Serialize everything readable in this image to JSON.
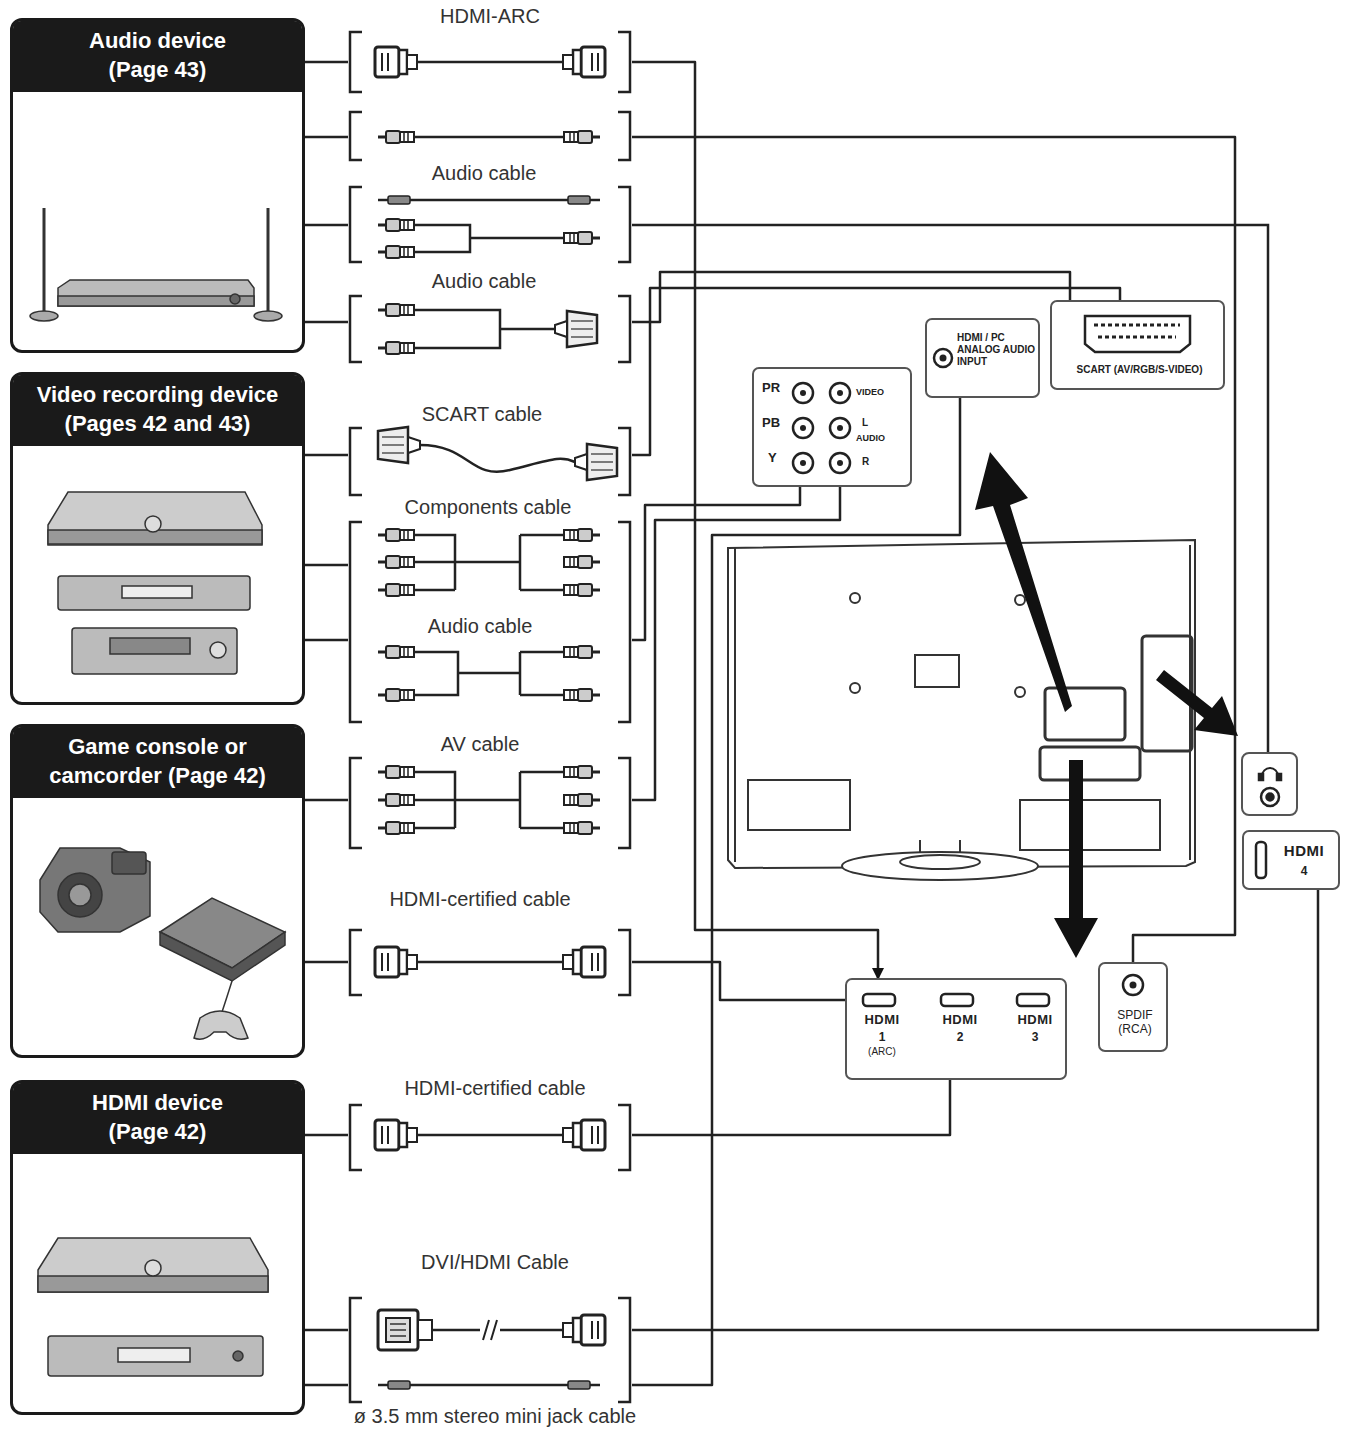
{
  "diagram": {
    "nodes": [
      {
        "text": [
          "Audio device (Page 43)"
        ]
      },
      {
        "text": [
          "Video recording device (Pages 42 and 43)"
        ]
      },
      {
        "text": [
          "Game console or camcorder (Page 42)"
        ]
      },
      {
        "text": [
          "HDMI device (Page 42)"
        ]
      },
      {
        "text": [
          "PR",
          "PB",
          "Y",
          "VIDEO",
          "L",
          "AUDIO",
          "R"
        ]
      },
      {
        "text": [
          "HDMI / PC ANALOG AUDIO INPUT"
        ]
      },
      {
        "text": [
          "SCART (AV/RGB/S-VIDEO)"
        ]
      },
      {
        "text": [
          "HDMI",
          "4"
        ]
      },
      {
        "text": [
          "HDMI",
          "1",
          "(ARC)",
          "HDMI",
          "2",
          "HDMI",
          "3"
        ]
      },
      {
        "text": [
          "SPDIF (RCA)"
        ]
      }
    ],
    "edges": [
      {
        "from": 0,
        "to": 8,
        "arrow": "to"
      },
      {
        "from": 0,
        "to": 9,
        "arrow": "none"
      },
      {
        "from": 0,
        "to": 6,
        "arrow": "none"
      },
      {
        "from": 1,
        "to": 6,
        "arrow": "none"
      },
      {
        "from": 1,
        "to": 4,
        "arrow": "none"
      },
      {
        "from": 2,
        "to": 4,
        "arrow": "none"
      },
      {
        "from": 2,
        "to": 8,
        "arrow": "none"
      },
      {
        "from": 3,
        "to": 8,
        "arrow": "none"
      },
      {
        "from": 3,
        "to": 7,
        "arrow": "none"
      },
      {
        "from": 3,
        "to": 5,
        "arrow": "none"
      }
    ],
    "labels": [
      "HDMI-ARC",
      "Audio cable",
      "Audio cable",
      "SCART cable",
      "Components cable",
      "Audio cable",
      "AV cable",
      "HDMI-certified cable",
      "HDMI-certified cable",
      "DVI/HDMI Cable",
      "ø 3.5 mm stereo mini jack cable"
    ]
  }
}
